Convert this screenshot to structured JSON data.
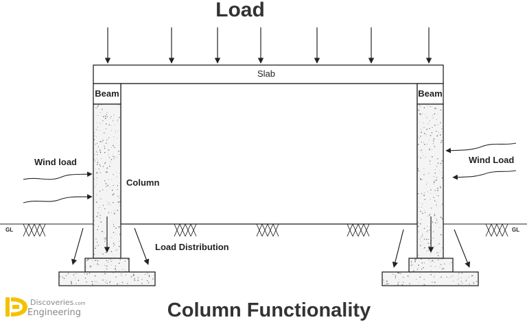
{
  "title_top": "Load",
  "title_bottom": "Column Functionality",
  "labels": {
    "slab": "Slab",
    "beam_left": "Beam",
    "beam_right": "Beam",
    "column": "Column",
    "wind_left": "Wind load",
    "wind_right": "Wind Load",
    "load_distribution": "Load Distribution",
    "gl_left": "GL",
    "gl_right": "GL"
  },
  "logo": {
    "site": "Discoveries",
    "domain": ".com",
    "word": "Engineering",
    "accent_color": "#f2c200"
  },
  "colors": {
    "line": "#222222",
    "concrete_fill": "#f4f4f4",
    "speckle": "#777777"
  }
}
